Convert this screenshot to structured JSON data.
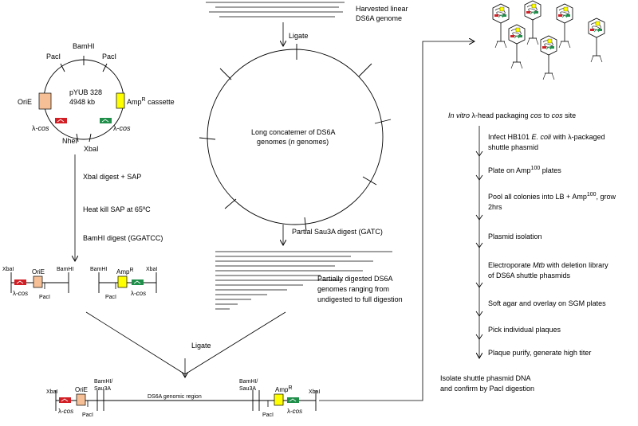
{
  "colors": {
    "red": "#d21f26",
    "green": "#1f8f4a",
    "peach": "#f6bf95",
    "yellow": "#ffff00",
    "line": "#000000"
  },
  "top": {
    "harvested_line1": "Harvested linear",
    "harvested_line2": "DS6A genome",
    "ligate": "Ligate",
    "concatemer_line1": "Long concatemer of DS6A",
    "concatemer_line2_a": "genomes (",
    "concatemer_line2_n": "n",
    "concatemer_line2_b": " genomes)",
    "partial_digest": "Partial Sau3A digest (GATC)",
    "partial_line1": "Partially digested DS6A",
    "partial_line2": "genomes ranging from",
    "partial_line3": "undigested to full digestion"
  },
  "plasmid": {
    "name": "pYUB 328",
    "size": "4948 kb",
    "bamhi": "BamHI",
    "paci_left": "PacI",
    "paci_right": "PacI",
    "orie": "OriE",
    "amp_a": "Amp",
    "amp_sup": "R",
    "amp_b": " cassette",
    "cos_left": "λ-cos",
    "cos_right": "λ-cos",
    "nhei": "NheI",
    "xbai": "XbaI"
  },
  "left_steps": {
    "step1": "XbaI digest + SAP",
    "step2": "Heat kill SAP at 65ºC",
    "step3": "BamHI digest (GGATCC)"
  },
  "fragments": {
    "left": {
      "xbai": "XbaI",
      "orie": "OriE",
      "bamhi": "BamHI",
      "cos": "λ-cos",
      "paci": "PacI"
    },
    "right": {
      "bamhi": "BamHI",
      "amp": "Amp",
      "amp_sup": "R",
      "xbai": "XbaI",
      "paci": "PacI",
      "cos": "λ-cos"
    }
  },
  "bottom": {
    "ligate": "Ligate",
    "xbai_left": "XbaI",
    "orie": "OriE",
    "bamhi_sau_left_1": "BamHI/",
    "bamhi_sau_left_2": "Sau3A",
    "genomic_region": "DS6A genomic region",
    "bamhi_sau_right_1": "BamHI/",
    "bamhi_sau_right_2": "Sau3A",
    "amp": "Amp",
    "amp_sup": "R",
    "xbai_right": "XbaI",
    "cos_left": "λ-cos",
    "paci_left": "PacI",
    "paci_right": "PacI",
    "cos_right": "λ-cos"
  },
  "right_steps": {
    "packaging_in_vitro": "In vitro",
    "packaging_a": " λ-head packaging ",
    "packaging_cos1": "cos",
    "packaging_to": " to ",
    "packaging_cos2": "cos",
    "packaging_site": " site",
    "step1_a": "Infect HB101 ",
    "step1_ecoli": "E. coli",
    "step1_b": " with λ-packaged",
    "step1_line2": "shuttle phasmid",
    "step2_a": "Plate on Amp",
    "step2_sup": "100",
    "step2_b": " plates",
    "step3_a": "Pool all colonies into LB + Amp",
    "step3_sup": "100",
    "step3_b": ", grow",
    "step3_line2": "2hrs",
    "step4": "Plasmid isolation",
    "step5_a": "Electroporate ",
    "step5_mtb": "Mtb",
    "step5_b": " with deletion library",
    "step5_line2": "of DS6A shuttle phasmids",
    "step6": "Soft agar and overlay on SGM plates",
    "step7": "Pick individual plaques",
    "step8": "Plaque purify, generate high titer",
    "final_line1": "Isolate shuttle phasmid DNA",
    "final_line2": "and confirm by PacI digestion"
  }
}
